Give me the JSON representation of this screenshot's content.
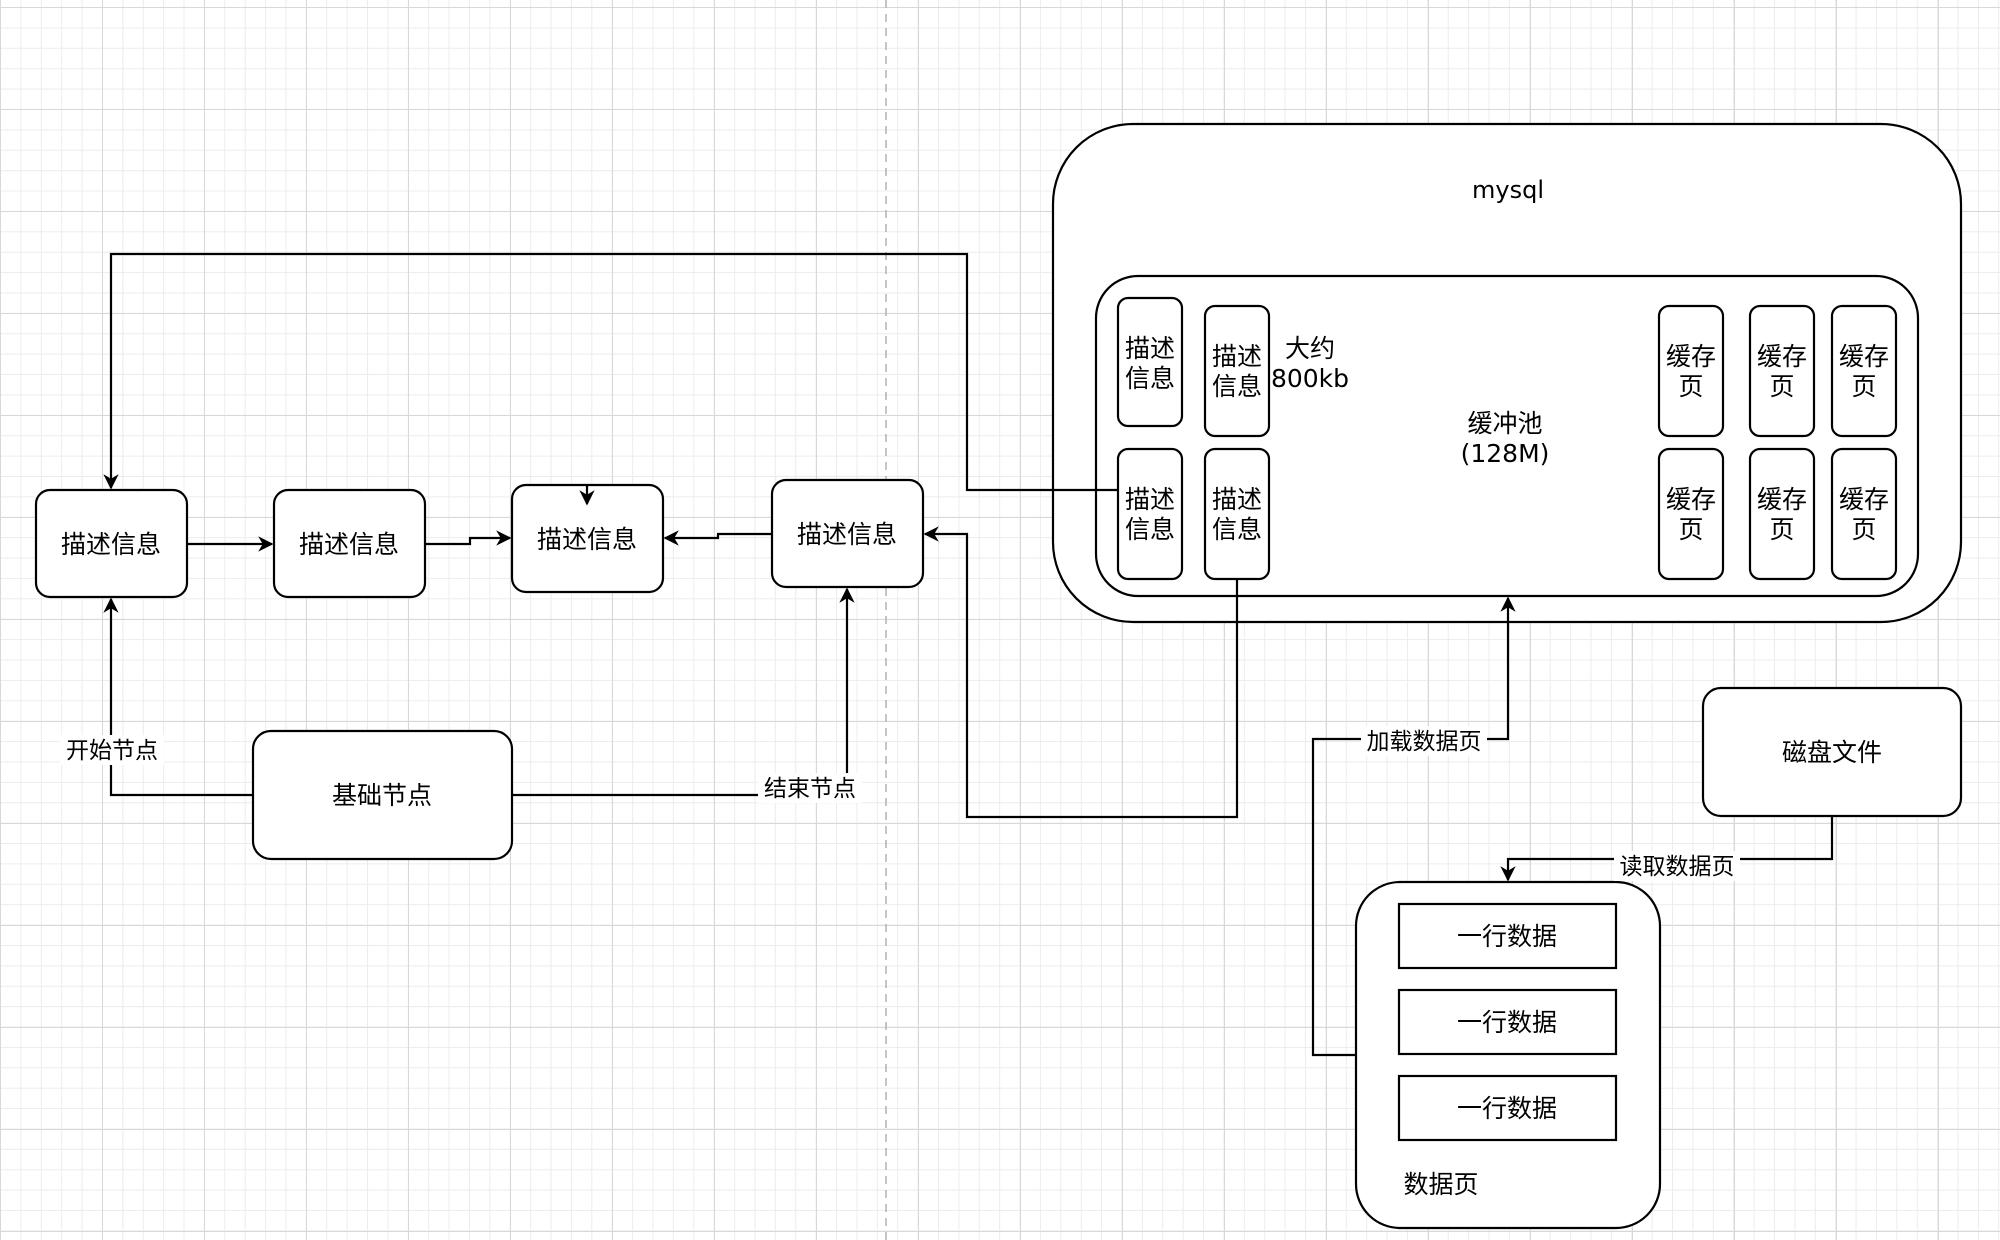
{
  "left": {
    "node1": "描述信息",
    "node2": "描述信息",
    "node3": "描述信息",
    "node4": "描述信息",
    "base_node": "基础节点",
    "start_label": "开始节点",
    "end_label": "结束节点"
  },
  "mysql": {
    "title": "mysql",
    "buffer_pool": {
      "line1": "缓冲池",
      "line2": "(128M)"
    },
    "approx": {
      "line1": "大约",
      "line2": "800kb"
    },
    "desc_block": {
      "line1": "描述",
      "line2": "信息"
    },
    "cache_page": {
      "line1": "缓存",
      "line2": "页"
    }
  },
  "disk": {
    "file": "磁盘文件",
    "read_label": "读取数据页",
    "load_label": "加载数据页",
    "data_page_title": "数据页",
    "rows": [
      "一行数据",
      "一行数据",
      "一行数据"
    ]
  }
}
